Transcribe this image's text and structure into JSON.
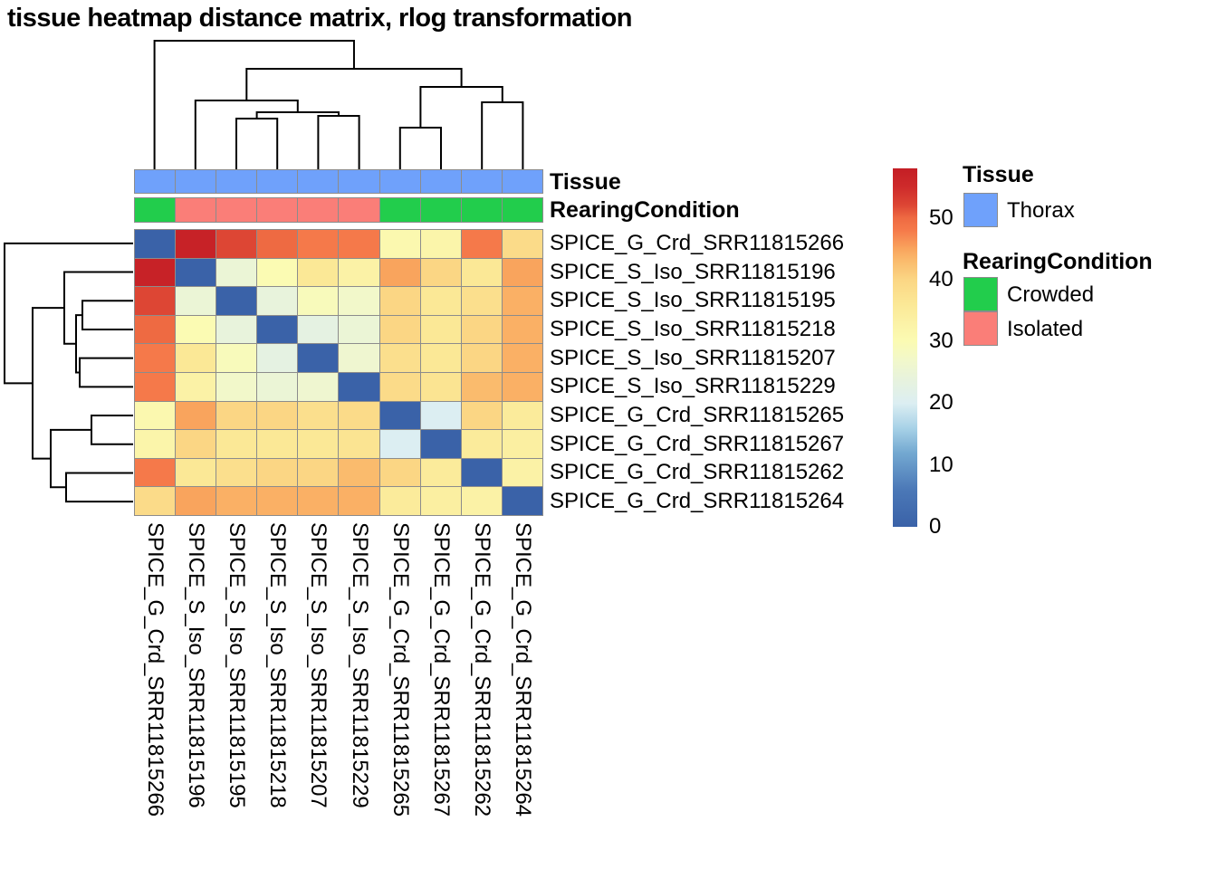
{
  "title": "tissue heatmap distance matrix, rlog transformation",
  "annotations": {
    "tissue_label": "Tissue",
    "rearing_label": "RearingCondition"
  },
  "legend": {
    "tissue_title": "Tissue",
    "tissue_items": [
      {
        "label": "Thorax",
        "color": "#6FA1FB"
      }
    ],
    "rearing_title": "RearingCondition",
    "rearing_items": [
      {
        "label": "Crowded",
        "color": "#22CD4C"
      },
      {
        "label": "Isolated",
        "color": "#FA7E78"
      }
    ]
  },
  "chart_data": {
    "type": "heatmap",
    "title": "tissue heatmap distance matrix, rlog transformation",
    "samples": [
      "SPICE_G_Crd_SRR11815266",
      "SPICE_S_Iso_SRR11815196",
      "SPICE_S_Iso_SRR11815195",
      "SPICE_S_Iso_SRR11815218",
      "SPICE_S_Iso_SRR11815207",
      "SPICE_S_Iso_SRR11815229",
      "SPICE_G_Crd_SRR11815265",
      "SPICE_G_Crd_SRR11815267",
      "SPICE_G_Crd_SRR11815262",
      "SPICE_G_Crd_SRR11815264"
    ],
    "tissue": [
      "Thorax",
      "Thorax",
      "Thorax",
      "Thorax",
      "Thorax",
      "Thorax",
      "Thorax",
      "Thorax",
      "Thorax",
      "Thorax"
    ],
    "rearing_condition": [
      "Crowded",
      "Isolated",
      "Isolated",
      "Isolated",
      "Isolated",
      "Isolated",
      "Crowded",
      "Crowded",
      "Crowded",
      "Crowded"
    ],
    "matrix": [
      [
        0,
        57,
        52,
        50,
        48,
        48,
        31,
        32,
        48,
        39
      ],
      [
        57,
        0,
        25,
        30,
        36,
        33,
        45,
        40,
        36,
        45
      ],
      [
        52,
        25,
        0,
        24,
        29,
        27,
        40,
        36,
        38,
        44
      ],
      [
        50,
        30,
        24,
        0,
        23,
        25,
        40,
        36,
        40,
        44
      ],
      [
        48,
        36,
        29,
        23,
        0,
        26,
        38,
        36,
        40,
        44
      ],
      [
        48,
        33,
        27,
        25,
        26,
        0,
        39,
        37,
        43,
        44
      ],
      [
        31,
        45,
        40,
        40,
        38,
        39,
        0,
        20,
        40,
        35
      ],
      [
        32,
        40,
        36,
        36,
        36,
        37,
        20,
        0,
        35,
        34
      ],
      [
        48,
        36,
        38,
        40,
        40,
        43,
        40,
        35,
        0,
        33
      ],
      [
        39,
        45,
        44,
        44,
        44,
        44,
        35,
        34,
        33,
        0
      ]
    ],
    "value_domain": [
      0,
      58
    ],
    "colorbar_ticks": [
      50,
      40,
      30,
      20,
      10,
      0
    ],
    "color_stops": [
      [
        0,
        "#3A62A8"
      ],
      [
        6,
        "#4B78B7"
      ],
      [
        12,
        "#74A9D1"
      ],
      [
        16,
        "#A8D2E7"
      ],
      [
        20,
        "#DCEEF2"
      ],
      [
        24,
        "#E8F3DC"
      ],
      [
        27,
        "#F2F8CA"
      ],
      [
        30,
        "#FBFBB3"
      ],
      [
        33,
        "#FBF2A6"
      ],
      [
        36,
        "#FBE896"
      ],
      [
        40,
        "#FBD684"
      ],
      [
        43,
        "#FABB6D"
      ],
      [
        45,
        "#F9A45D"
      ],
      [
        48,
        "#F5794A"
      ],
      [
        50,
        "#EE6A42"
      ],
      [
        52,
        "#DD4634"
      ],
      [
        55,
        "#CE2B2B"
      ],
      [
        58,
        "#C41E25"
      ]
    ],
    "dendrogram": {
      "note": "same tree for rows and columns; heights in px, leaves L0-L9",
      "merges": [
        {
          "id": "A",
          "children": [
            "L2",
            "L3"
          ],
          "height": 56
        },
        {
          "id": "B",
          "children": [
            "L4",
            "L5"
          ],
          "height": 59
        },
        {
          "id": "C",
          "children": [
            "A",
            "B"
          ],
          "height": 63
        },
        {
          "id": "D",
          "children": [
            "L1",
            "C"
          ],
          "height": 76
        },
        {
          "id": "E",
          "children": [
            "L6",
            "L7"
          ],
          "height": 46
        },
        {
          "id": "F",
          "children": [
            "L8",
            "L9"
          ],
          "height": 74
        },
        {
          "id": "G",
          "children": [
            "E",
            "F"
          ],
          "height": 91
        },
        {
          "id": "H",
          "children": [
            "D",
            "G"
          ],
          "height": 111
        },
        {
          "id": "R",
          "children": [
            "L0",
            "H"
          ],
          "height": 142
        }
      ]
    }
  }
}
